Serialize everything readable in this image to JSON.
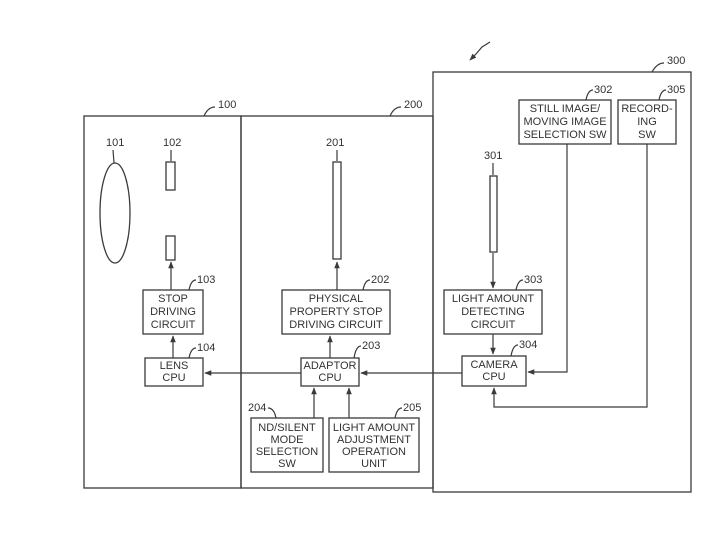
{
  "figure": {
    "units": [
      {
        "ref": "100"
      },
      {
        "ref": "200"
      },
      {
        "ref": "300"
      }
    ],
    "components": {
      "lens_101": {
        "ref": "101"
      },
      "element_102": {
        "ref": "102"
      },
      "element_201": {
        "ref": "201"
      },
      "element_301": {
        "ref": "301"
      },
      "stop_driving_circuit": {
        "ref": "103",
        "lines": [
          "STOP",
          "DRIVING",
          "CIRCUIT"
        ]
      },
      "lens_cpu": {
        "ref": "104",
        "lines": [
          "LENS",
          "CPU"
        ]
      },
      "physical_property_stop_driving_circuit": {
        "ref": "202",
        "lines": [
          "PHYSICAL",
          "PROPERTY STOP",
          "DRIVING CIRCUIT"
        ]
      },
      "adaptor_cpu": {
        "ref": "203",
        "lines": [
          "ADAPTOR",
          "CPU"
        ]
      },
      "nd_silent_mode_selection_sw": {
        "ref": "204",
        "lines": [
          "ND/SILENT",
          "MODE",
          "SELECTION",
          "SW"
        ]
      },
      "light_amount_adjustment_operation_unit": {
        "ref": "205",
        "lines": [
          "LIGHT AMOUNT",
          "ADJUSTMENT",
          "OPERATION",
          "UNIT"
        ]
      },
      "light_amount_detecting_circuit": {
        "ref": "303",
        "lines": [
          "LIGHT AMOUNT",
          "DETECTING",
          "CIRCUIT"
        ]
      },
      "camera_cpu": {
        "ref": "304",
        "lines": [
          "CAMERA",
          "CPU"
        ]
      },
      "still_moving_image_selection_sw": {
        "ref": "302",
        "lines": [
          "STILL IMAGE/",
          "MOVING IMAGE",
          "SELECTION SW"
        ]
      },
      "recording_sw": {
        "ref": "305",
        "lines": [
          "RECORD-",
          "ING",
          "SW"
        ]
      }
    }
  }
}
